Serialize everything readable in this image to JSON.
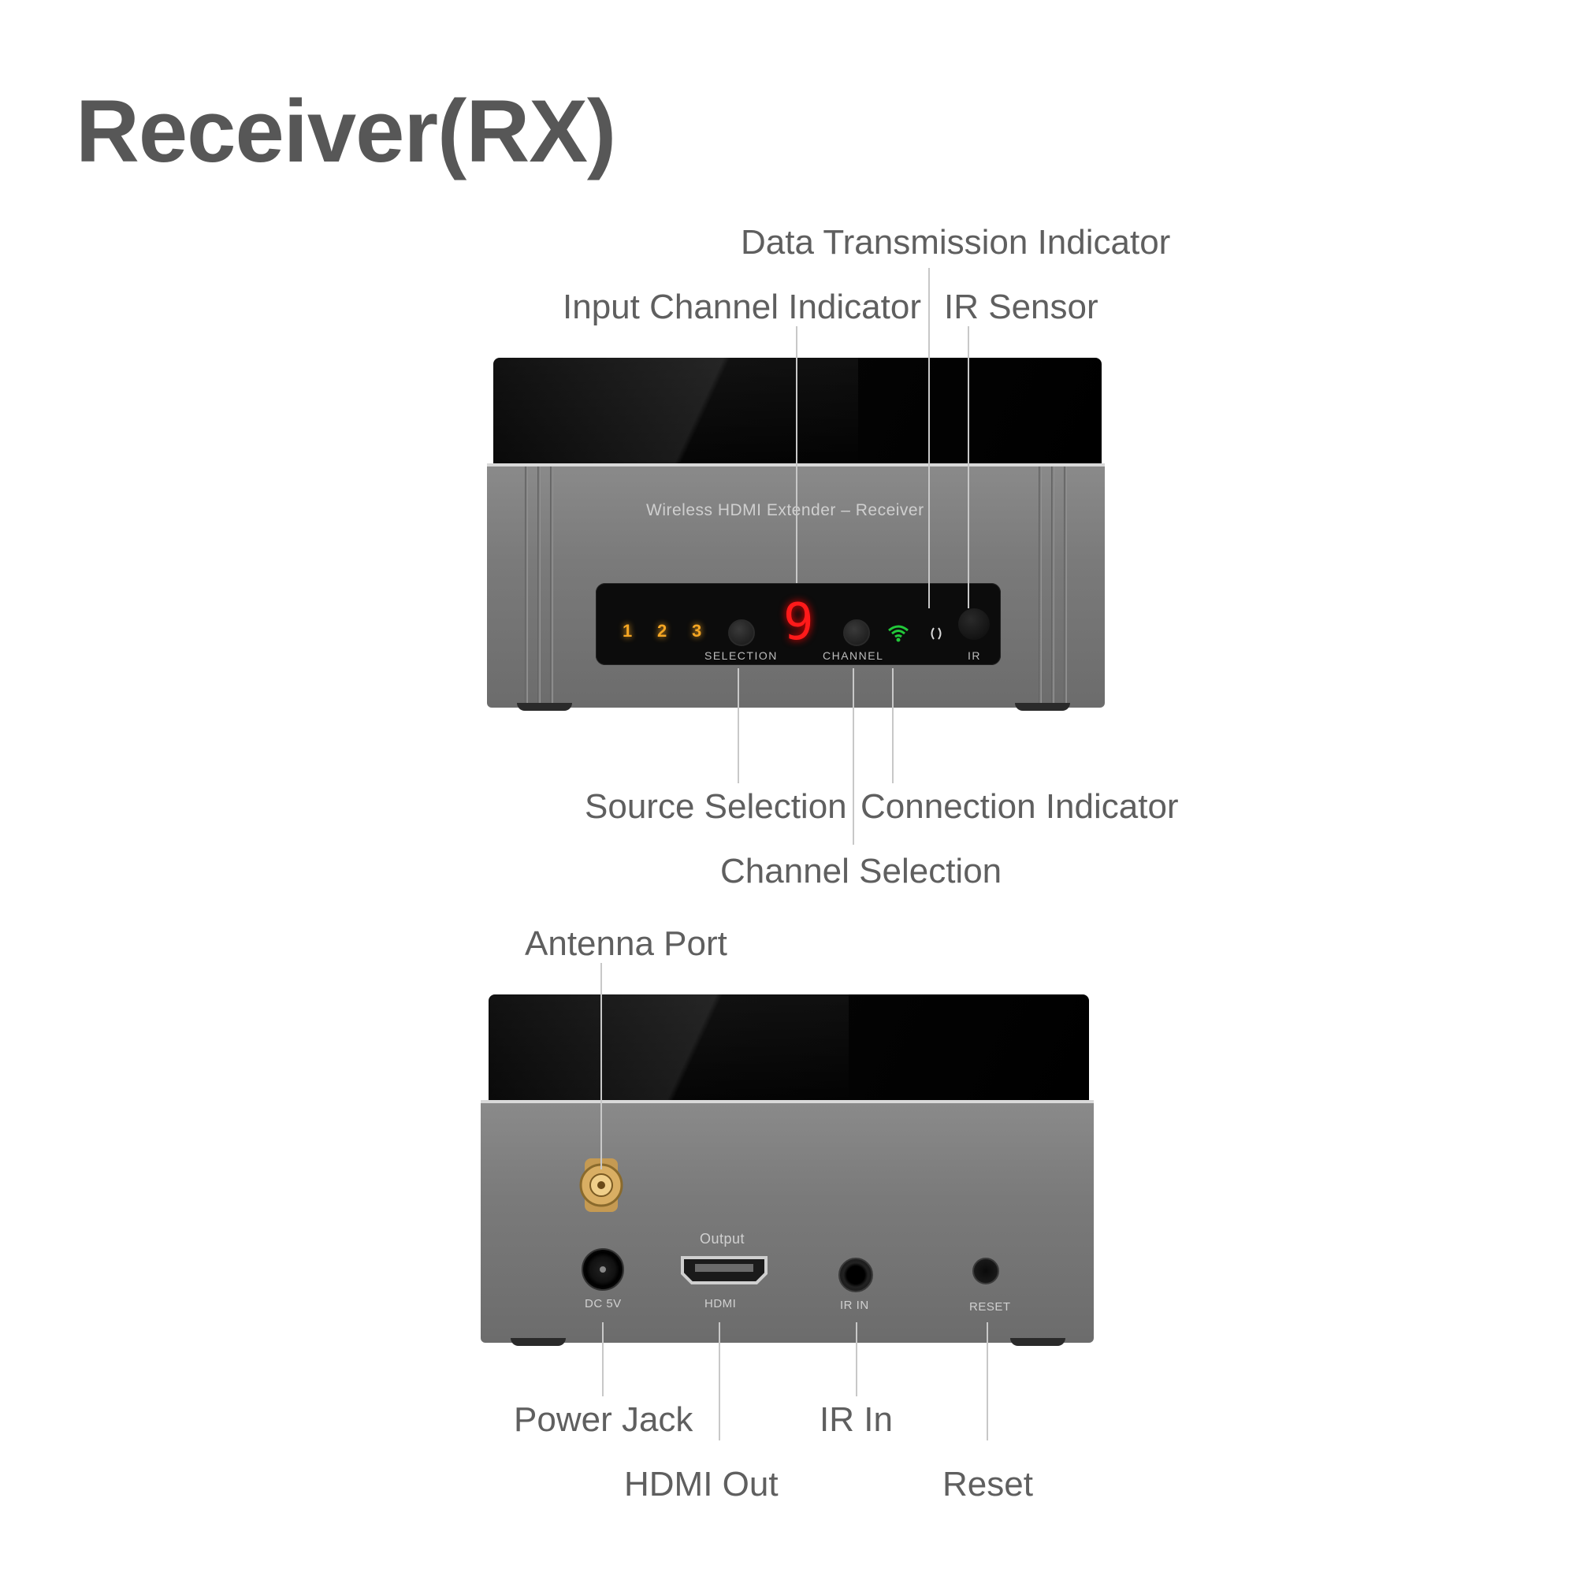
{
  "title": "Receiver(RX)",
  "front": {
    "brand_text": "Wireless HDMI Extender – Receiver",
    "leds": [
      "1",
      "2",
      "3"
    ],
    "led_color": "#f5a623",
    "segment_digit": "9",
    "segment_color": "#ff1a1a",
    "wifi_color": "#22c83a",
    "selection_label": "SELECTION",
    "channel_label": "CHANNEL",
    "ir_label": "IR",
    "callouts": {
      "data_transmission": "Data Transmission Indicator",
      "input_channel": "Input Channel Indicator",
      "ir_sensor": "IR Sensor",
      "source_selection": "Source Selection",
      "connection_indicator": "Connection Indicator",
      "channel_selection": "Channel Selection"
    }
  },
  "rear": {
    "output_label": "Output",
    "dc_label": "DC 5V",
    "hdmi_label": "HDMI",
    "irin_label": "IR IN",
    "reset_label": "RESET",
    "callouts": {
      "antenna_port": "Antenna Port",
      "power_jack": "Power Jack",
      "hdmi_out": "HDMI Out",
      "ir_in": "IR In",
      "reset": "Reset"
    }
  }
}
